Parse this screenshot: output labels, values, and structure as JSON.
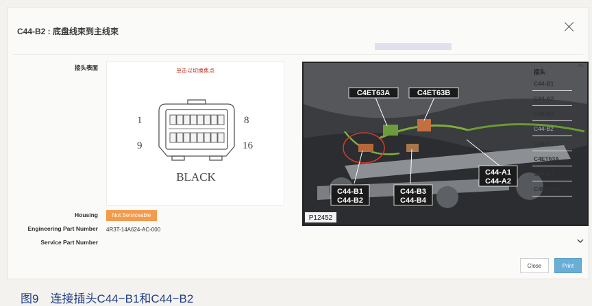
{
  "dialog": {
    "title": "C44-B2 : 底盘线束到主线束",
    "close_icon": "close-icon"
  },
  "labels": {
    "connector_face": "接头表面",
    "housing": "Housing",
    "engineering_part_number": "Engineering Part Number",
    "service_part_number": "Service Part Number"
  },
  "connector_face": {
    "hint": "单击以切换焦点",
    "pin_labels": [
      "1",
      "8",
      "9",
      "16"
    ],
    "color_label": "BLACK"
  },
  "photo": {
    "callouts": [
      "C4ET63A",
      "C4ET63B",
      "C44-B1",
      "C44-B2",
      "C44-B3",
      "C44-B4",
      "C44-A1",
      "C44-A2"
    ],
    "image_id": "P12452"
  },
  "connector_list": {
    "heading": "接头",
    "items": [
      "C44-B1",
      "C44-A2",
      "C44-B3",
      "C44-B2",
      "C44-A1",
      "C4ET63A",
      "C44-B4",
      "C4ET63B"
    ],
    "active": "C44-B2"
  },
  "values": {
    "housing": "Not Serviceable",
    "engineering_part_number": "4R3T-14A624-AC-000"
  },
  "buttons": {
    "close": "Close",
    "print": "Print"
  },
  "caption": "图9　连接插头C44−B1和C44−B2",
  "colors": {
    "badge": "#f39b4d",
    "print_button": "#6aaed6",
    "caption_text": "#1f3d87",
    "hint_text": "#c0392b"
  }
}
